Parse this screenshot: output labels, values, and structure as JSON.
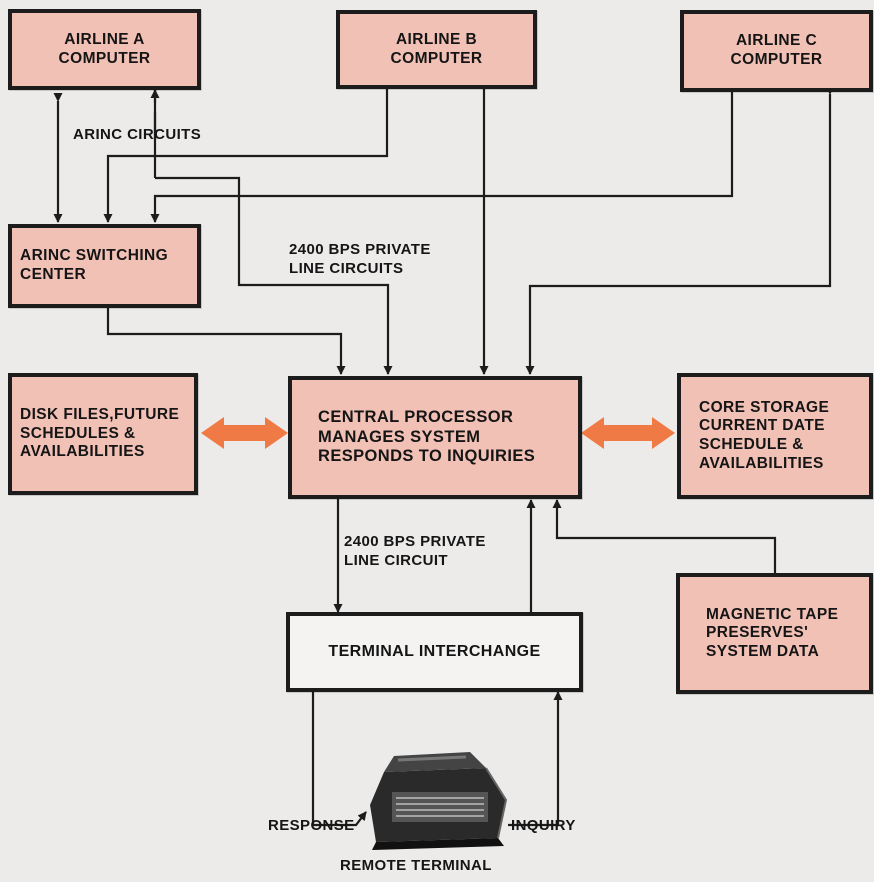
{
  "boxes": {
    "airline_a": "AIRLINE A\nCOMPUTER",
    "airline_b": "AIRLINE B\nCOMPUTER",
    "airline_c": "AIRLINE C\nCOMPUTER",
    "arinc_switching": "ARINC SWITCHING\nCENTER",
    "disk_files": "DISK FILES,FUTURE\nSCHEDULES &\nAVAILABILITIES",
    "central_processor": "CENTRAL PROCESSOR\nMANAGES SYSTEM\nRESPONDS TO INQUIRIES",
    "core_storage": "CORE STORAGE\nCURRENT DATE\nSCHEDULE &\nAVAILABILITIES",
    "magnetic_tape": "MAGNETIC TAPE\nPRESERVES'\nSYSTEM DATA",
    "terminal_interchange": "TERMINAL INTERCHANGE"
  },
  "labels": {
    "arinc_circuits": "ARINC CIRCUITS",
    "private_line_circuits": "2400 BPS PRIVATE\nLINE CIRCUITS",
    "private_line_circuit": "2400 BPS PRIVATE\nLINE CIRCUIT",
    "response": "RESPONSE",
    "inquiry": "INQUIRY",
    "remote_terminal": "REMOTE TERMINAL"
  },
  "colors": {
    "box_fill": "#f2c1b6",
    "line": "#1c1c1c",
    "bidirectional_arrow": "#f07a45",
    "background": "#ecebea"
  }
}
